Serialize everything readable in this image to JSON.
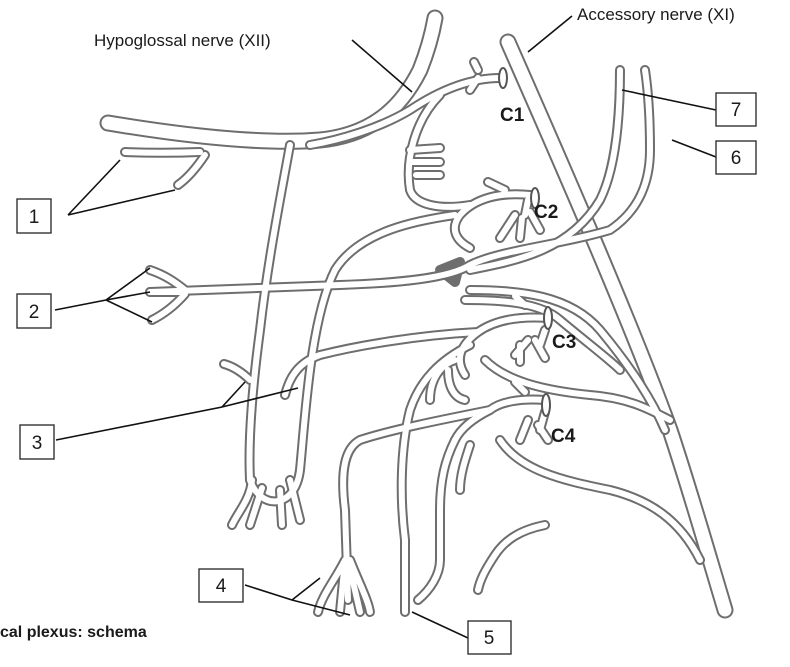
{
  "labels": {
    "hypoglossal": "Hypoglossal nerve (XII)",
    "accessory": "Accessory nerve (XI)",
    "c1": "C1",
    "c2": "C2",
    "c3": "C3",
    "c4": "C4"
  },
  "callouts": [
    "1",
    "2",
    "3",
    "4",
    "5",
    "6",
    "7"
  ],
  "caption": "cal plexus: schema"
}
